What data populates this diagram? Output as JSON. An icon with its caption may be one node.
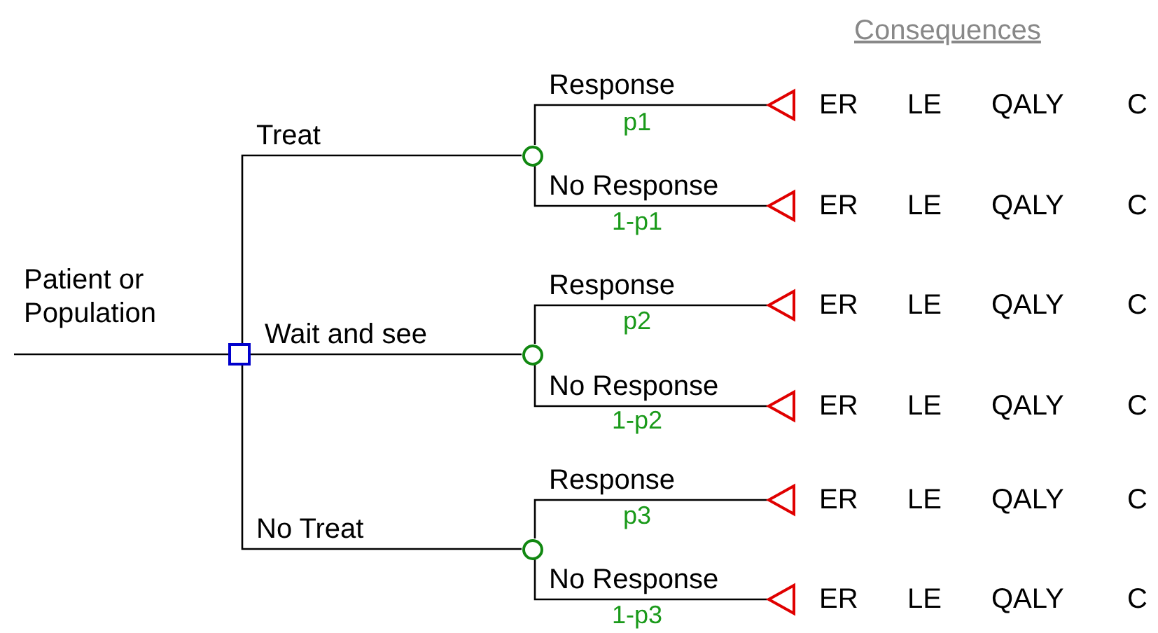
{
  "diagram": {
    "nodes": [
      {
        "text": [],
        "shape": "box"
      },
      {
        "text": [],
        "shape": "circle"
      },
      {
        "text": [],
        "shape": "circle"
      },
      {
        "text": [],
        "shape": "circle"
      },
      {
        "text": [],
        "shape": "triangle",
        "beside": [
          "ER",
          "LE",
          "QALY",
          "C"
        ]
      },
      {
        "text": [],
        "shape": "triangle",
        "beside": [
          "ER",
          "LE",
          "QALY",
          "C"
        ]
      },
      {
        "text": [],
        "shape": "triangle",
        "beside": [
          "ER",
          "LE",
          "QALY",
          "C"
        ]
      },
      {
        "text": [],
        "shape": "triangle",
        "beside": [
          "ER",
          "LE",
          "QALY",
          "C"
        ]
      },
      {
        "text": [],
        "shape": "triangle",
        "beside": [
          "ER",
          "LE",
          "QALY",
          "C"
        ]
      },
      {
        "text": [],
        "shape": "triangle",
        "beside": [
          "ER",
          "LE",
          "QALY",
          "C"
        ]
      }
    ],
    "edges": [
      {
        "from": null,
        "to": 0,
        "arrow": "none"
      },
      {
        "from": 0,
        "to": 1,
        "arrow": "none",
        "label": "Treat"
      },
      {
        "from": 0,
        "to": 2,
        "arrow": "none",
        "label": "Wait and see"
      },
      {
        "from": 0,
        "to": 3,
        "arrow": "none",
        "label": "No Treat"
      },
      {
        "from": 1,
        "to": 4,
        "arrow": "none",
        "label": "Response"
      },
      {
        "from": 1,
        "to": 5,
        "arrow": "none",
        "label": "No Response"
      },
      {
        "from": 2,
        "to": 6,
        "arrow": "none",
        "label": "Response"
      },
      {
        "from": 2,
        "to": 7,
        "arrow": "none",
        "label": "No Response"
      },
      {
        "from": 3,
        "to": 8,
        "arrow": "none",
        "label": "Response"
      },
      {
        "from": 3,
        "to": 9,
        "arrow": "none",
        "label": "No Response"
      }
    ],
    "labels": [
      "Consequences",
      "Patient or Population",
      "p1",
      "1-p1",
      "p2",
      "1-p2",
      "p3",
      "1-p3"
    ]
  }
}
